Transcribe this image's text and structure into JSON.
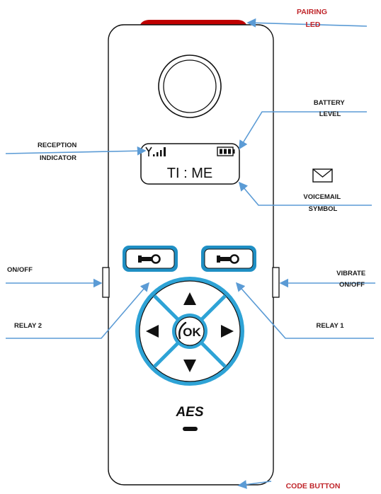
{
  "labels": {
    "pairing_led": [
      "PAIRING",
      "LED"
    ],
    "battery_level": [
      "BATTERY",
      "LEVEL"
    ],
    "reception_indicator": [
      "RECEPTION",
      "INDICATOR"
    ],
    "voicemail_symbol": [
      "VOICEMAIL",
      "SYMBOL"
    ],
    "on_off": [
      "ON/OFF"
    ],
    "vibrate_on_off": [
      "VIBRATE",
      "ON/OFF"
    ],
    "relay_2": [
      "RELAY 2"
    ],
    "relay_1": [
      "RELAY 1"
    ],
    "code_button": [
      "CODE BUTTON"
    ]
  },
  "screen": {
    "text": "TI : ME"
  },
  "ok_button": {
    "label": "OK"
  },
  "brand": {
    "logo": "AES"
  },
  "colors": {
    "arrow": "#5b9bd5",
    "led": "#c00000",
    "keypad_ring": "#2ea3d6",
    "label_red": "#c0262b"
  },
  "icons": [
    "signal-strength-icon",
    "battery-icon",
    "envelope-icon",
    "key-icon",
    "arrow-up-icon",
    "arrow-down-icon",
    "arrow-left-icon",
    "arrow-right-icon",
    "phone-handset-icon"
  ]
}
